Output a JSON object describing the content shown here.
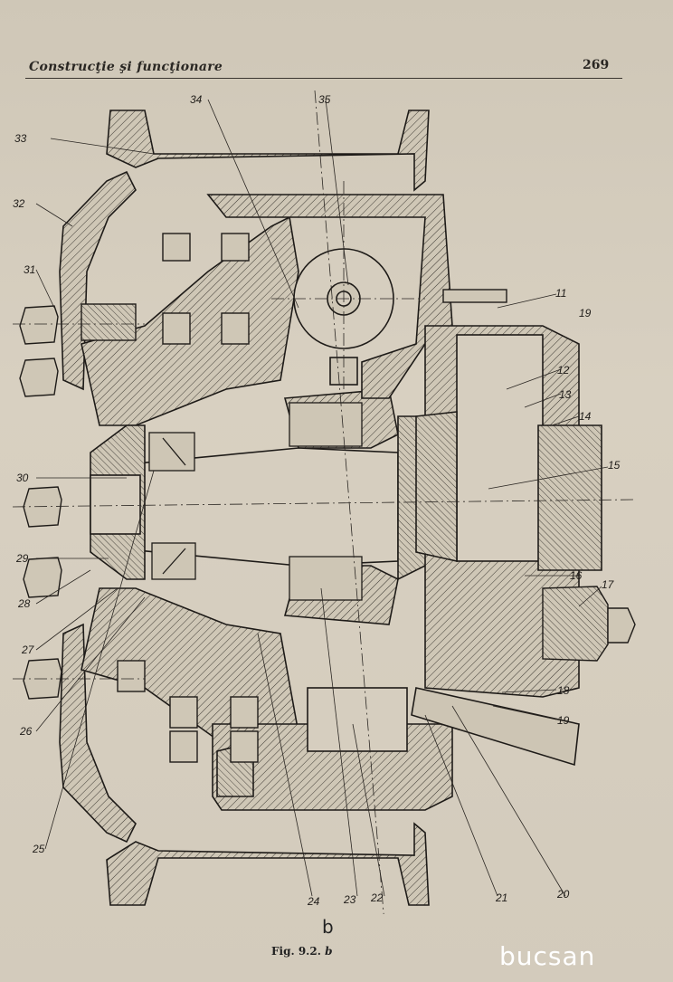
{
  "header": {
    "title": "Construcţie şi funcţionare",
    "page_number": "269"
  },
  "figure": {
    "callouts": {
      "c11": "11",
      "c12": "12",
      "c13": "13",
      "c14": "14",
      "c15": "15",
      "c16": "16",
      "c17": "17",
      "c18": "18",
      "c19a": "19",
      "c19b": "19",
      "c20": "20",
      "c21": "21",
      "c22": "22",
      "c23": "23",
      "c24": "24",
      "c25": "25",
      "c26": "26",
      "c27": "27",
      "c28": "28",
      "c29": "29",
      "c30": "30",
      "c31": "31",
      "c32": "32",
      "c33": "33",
      "c34": "34",
      "c35": "35"
    },
    "sub_label": "b",
    "caption_prefix": "Fig. 9.2.",
    "caption_suffix": "b"
  },
  "watermark": "bucsan"
}
